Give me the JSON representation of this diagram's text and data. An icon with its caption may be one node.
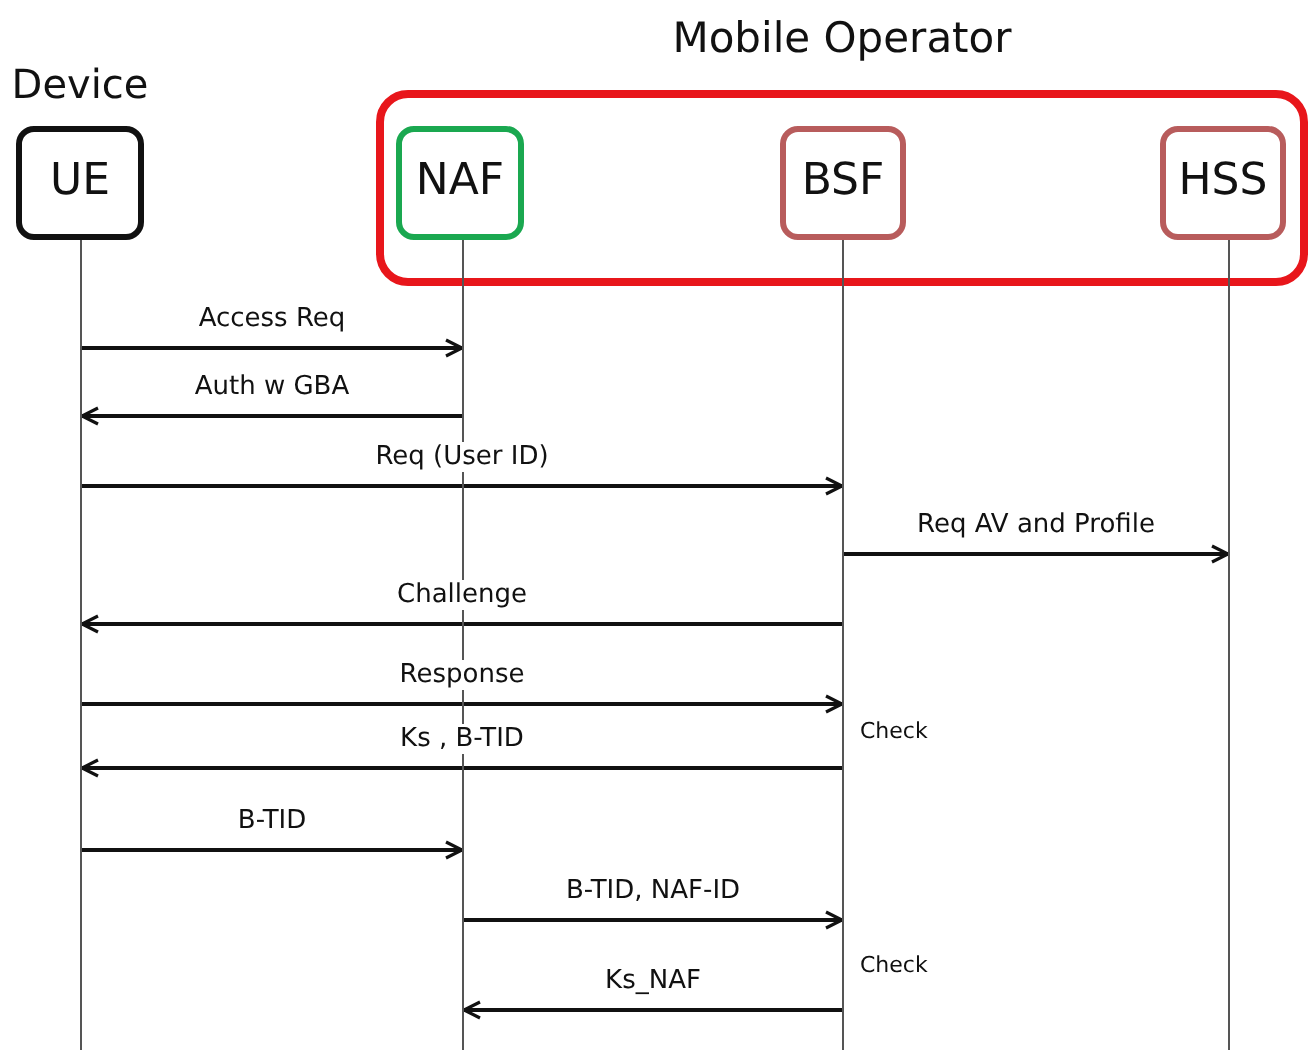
{
  "diagram": {
    "nodes": [
      {
        "text": [
          "UE"
        ],
        "beside": [
          "Device"
        ]
      },
      {
        "text": [
          "Mobile Operator"
        ]
      },
      {
        "text": [
          "NAF"
        ],
        "in": 1
      },
      {
        "text": [
          "BSF"
        ],
        "in": 1
      },
      {
        "text": [
          "HSS"
        ],
        "in": 1
      },
      {
        "text": [],
        "shape": "line"
      },
      {
        "text": [],
        "shape": "line"
      },
      {
        "text": [],
        "shape": "line"
      },
      {
        "text": [],
        "shape": "line"
      }
    ],
    "edges": [
      {
        "from": 5,
        "to": 6,
        "arrow": "to",
        "label": "Access Req"
      },
      {
        "from": 6,
        "to": 5,
        "arrow": "to",
        "label": "Auth w GBA"
      },
      {
        "from": 5,
        "to": 7,
        "arrow": "to",
        "label": "Req (User ID)"
      },
      {
        "from": 7,
        "to": 8,
        "arrow": "to",
        "label": "Req AV and Profile"
      },
      {
        "from": 7,
        "to": 5,
        "arrow": "to",
        "label": "Challenge"
      },
      {
        "from": 5,
        "to": 7,
        "arrow": "to",
        "label": "Response"
      },
      {
        "from": 7,
        "to": 5,
        "arrow": "to",
        "label": "Ks , B-TID"
      },
      {
        "from": 5,
        "to": 6,
        "arrow": "to",
        "label": "B-TID"
      },
      {
        "from": 6,
        "to": 7,
        "arrow": "to",
        "label": "B-TID, NAF-ID"
      },
      {
        "from": 7,
        "to": 6,
        "arrow": "to",
        "label": "Ks_NAF"
      }
    ],
    "labels": [
      "Check",
      "Check"
    ]
  }
}
